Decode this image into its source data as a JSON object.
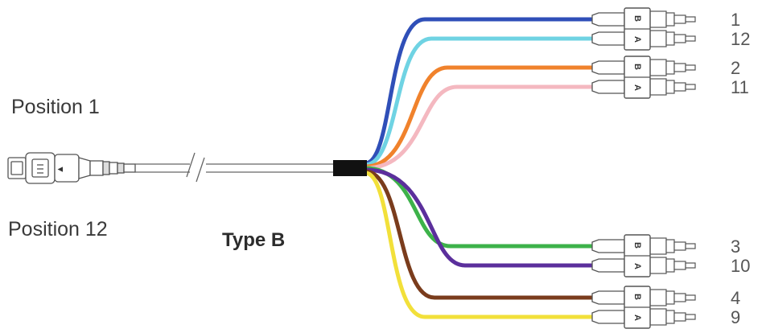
{
  "labels": {
    "position_top": "Position 1",
    "position_bottom": "Position 12",
    "type": "Type B"
  },
  "connector_letters": {
    "b": "B",
    "a": "A"
  },
  "fibers": [
    {
      "number": "1",
      "color": "#2f4fb8"
    },
    {
      "number": "12",
      "color": "#6fd3e3"
    },
    {
      "number": "2",
      "color": "#f0822c"
    },
    {
      "number": "11",
      "color": "#f4b8c0"
    },
    {
      "number": "3",
      "color": "#3db24a"
    },
    {
      "number": "10",
      "color": "#5b2f9c"
    },
    {
      "number": "4",
      "color": "#7a3c1c"
    },
    {
      "number": "9",
      "color": "#f2e03a"
    }
  ],
  "colors": {
    "outline": "#555555",
    "boot": "#111111",
    "cable": "#cfcfcf"
  }
}
